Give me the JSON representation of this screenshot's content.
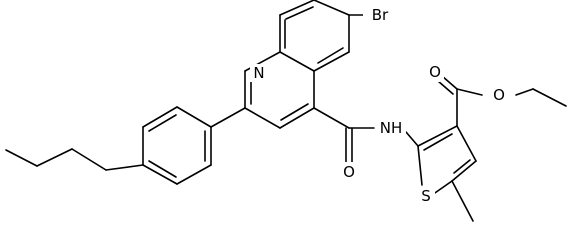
{
  "molecule": {
    "atoms": {
      "br": "Br",
      "n_quinoline": "N",
      "nh": "NH",
      "o_amide": "O",
      "o_ester_carbonyl": "O",
      "o_ester": "O",
      "s_thiophene": "S"
    },
    "colors": {
      "bond": "#000000",
      "label": "#000000",
      "background": "#ffffff"
    }
  }
}
